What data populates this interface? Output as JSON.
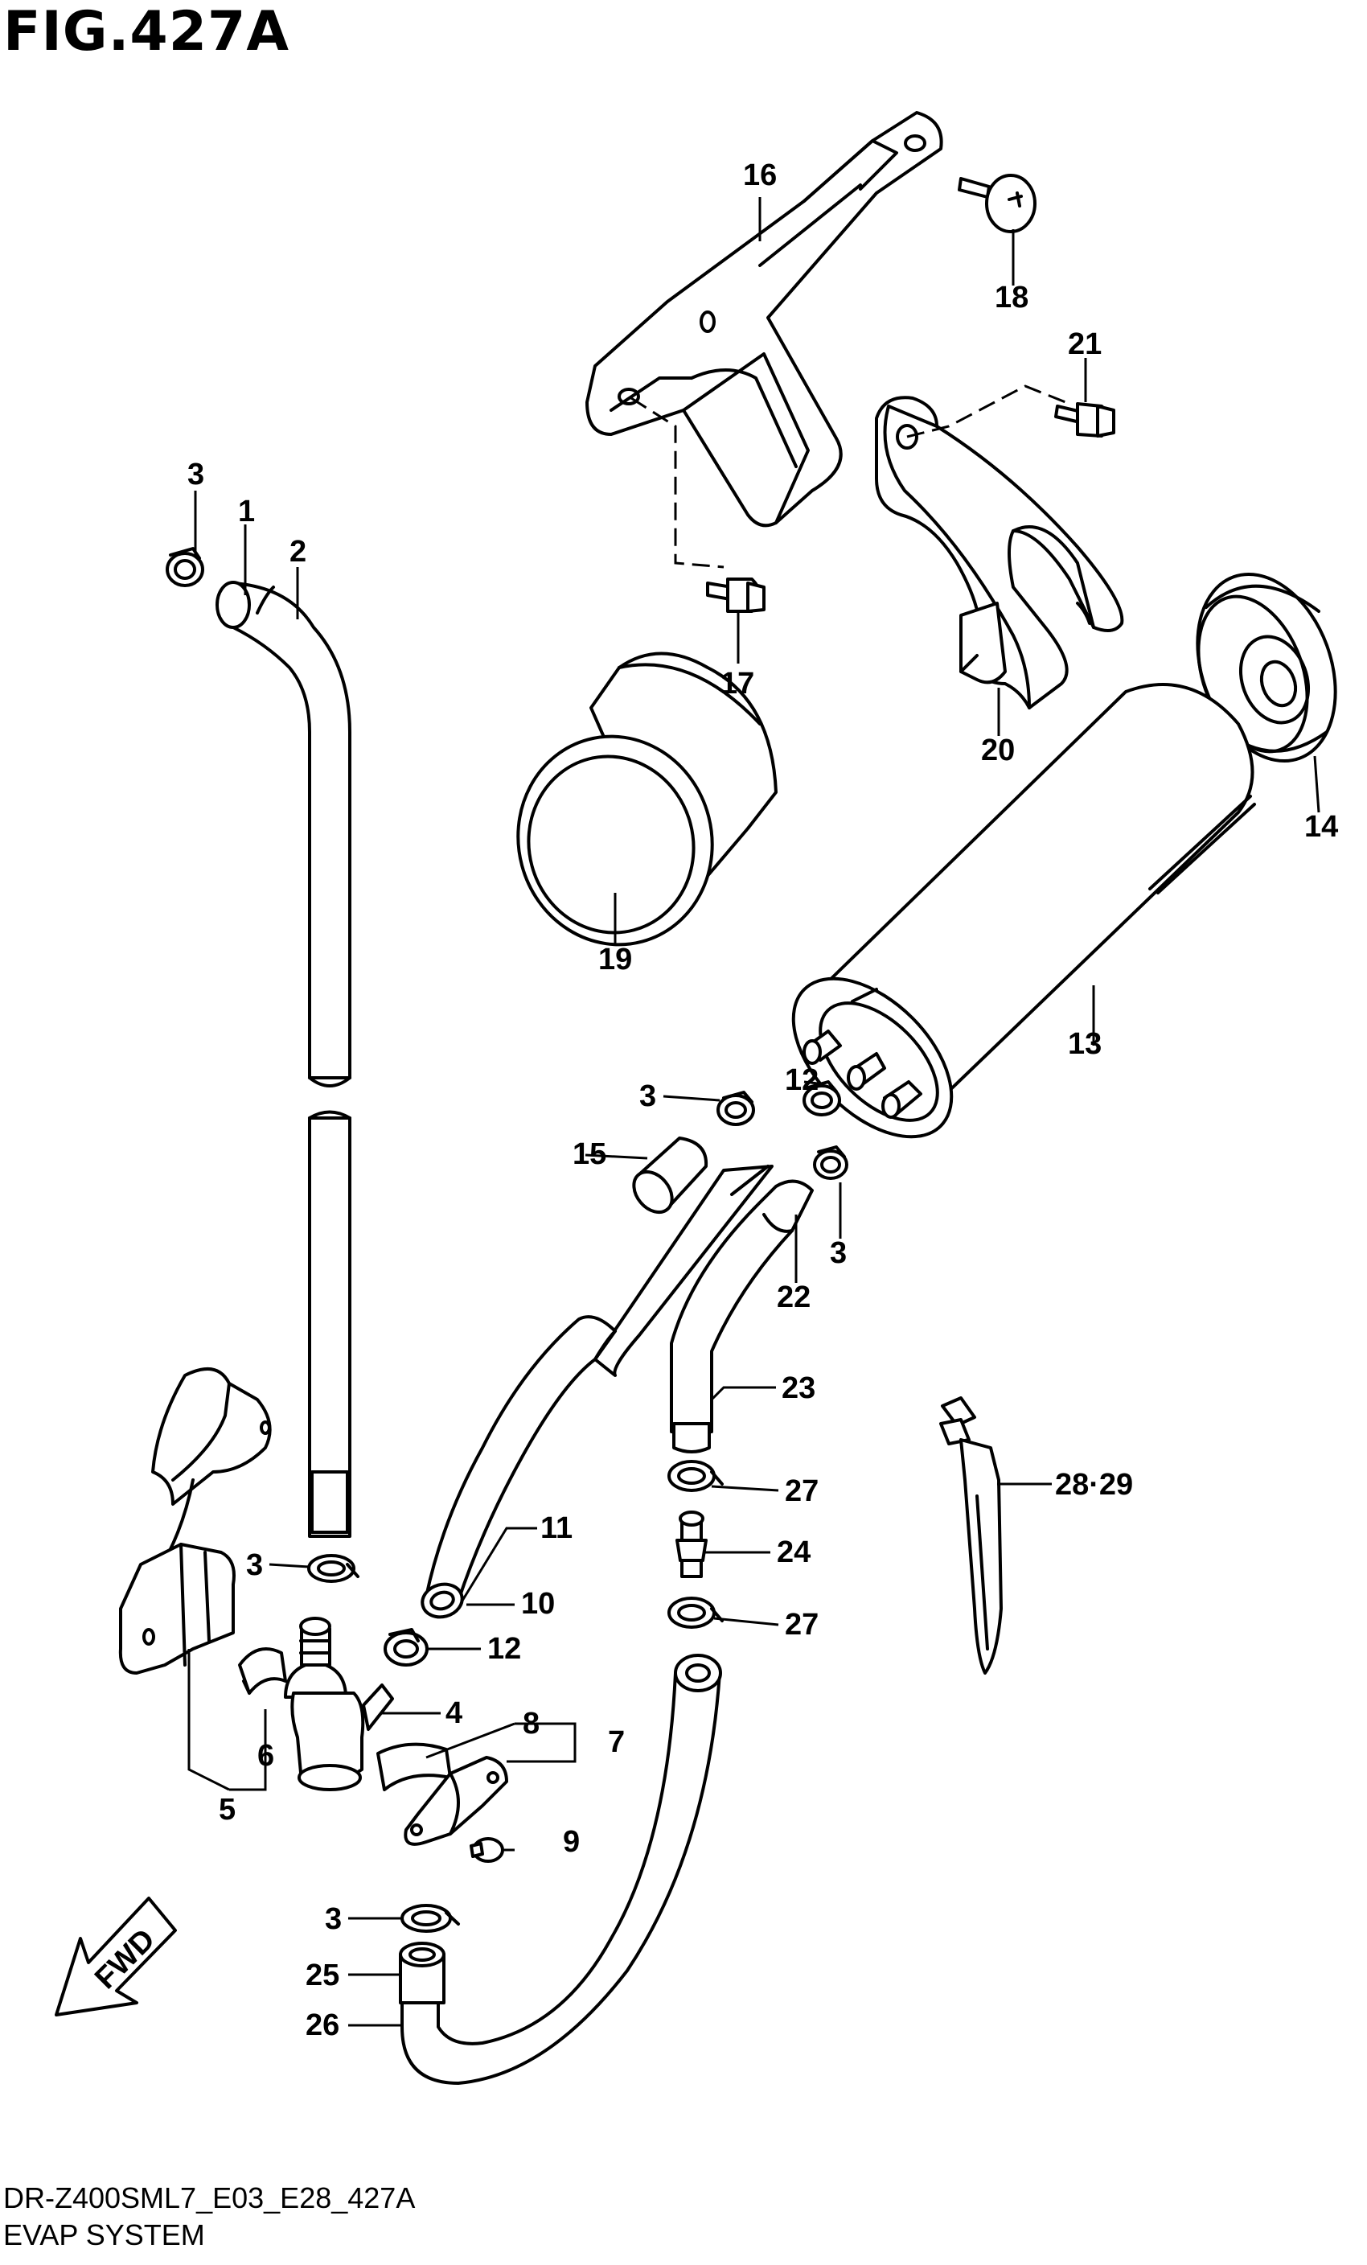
{
  "figure": {
    "title": "FIG.427A"
  },
  "footer": {
    "model_code": "DR-Z400SML7_E03_E28_427A",
    "system_name": "EVAP SYSTEM"
  },
  "fwd_arrow": {
    "text": "FWD"
  },
  "callouts": [
    {
      "id": "c1",
      "text": "1"
    },
    {
      "id": "c2",
      "text": "2"
    },
    {
      "id": "c3a",
      "text": "3"
    },
    {
      "id": "c16",
      "text": "16"
    },
    {
      "id": "c18",
      "text": "18"
    },
    {
      "id": "c21",
      "text": "21"
    },
    {
      "id": "c17",
      "text": "17"
    },
    {
      "id": "c20",
      "text": "20"
    },
    {
      "id": "c14",
      "text": "14"
    },
    {
      "id": "c19",
      "text": "19"
    },
    {
      "id": "c13",
      "text": "13"
    },
    {
      "id": "c3b",
      "text": "3"
    },
    {
      "id": "c12a",
      "text": "12"
    },
    {
      "id": "c15",
      "text": "15"
    },
    {
      "id": "c3c",
      "text": "3"
    },
    {
      "id": "c22",
      "text": "22"
    },
    {
      "id": "c23",
      "text": "23"
    },
    {
      "id": "c2829",
      "text": "28·29"
    },
    {
      "id": "c27a",
      "text": "27"
    },
    {
      "id": "c11",
      "text": "11"
    },
    {
      "id": "c24",
      "text": "24"
    },
    {
      "id": "c3d",
      "text": "3"
    },
    {
      "id": "c10",
      "text": "10"
    },
    {
      "id": "c27b",
      "text": "27"
    },
    {
      "id": "c12b",
      "text": "12"
    },
    {
      "id": "c4",
      "text": "4"
    },
    {
      "id": "c8",
      "text": "8"
    },
    {
      "id": "c7",
      "text": "7"
    },
    {
      "id": "c6",
      "text": "6"
    },
    {
      "id": "c5",
      "text": "5"
    },
    {
      "id": "c9",
      "text": "9"
    },
    {
      "id": "c3e",
      "text": "3"
    },
    {
      "id": "c25",
      "text": "25"
    },
    {
      "id": "c26",
      "text": "26"
    }
  ]
}
